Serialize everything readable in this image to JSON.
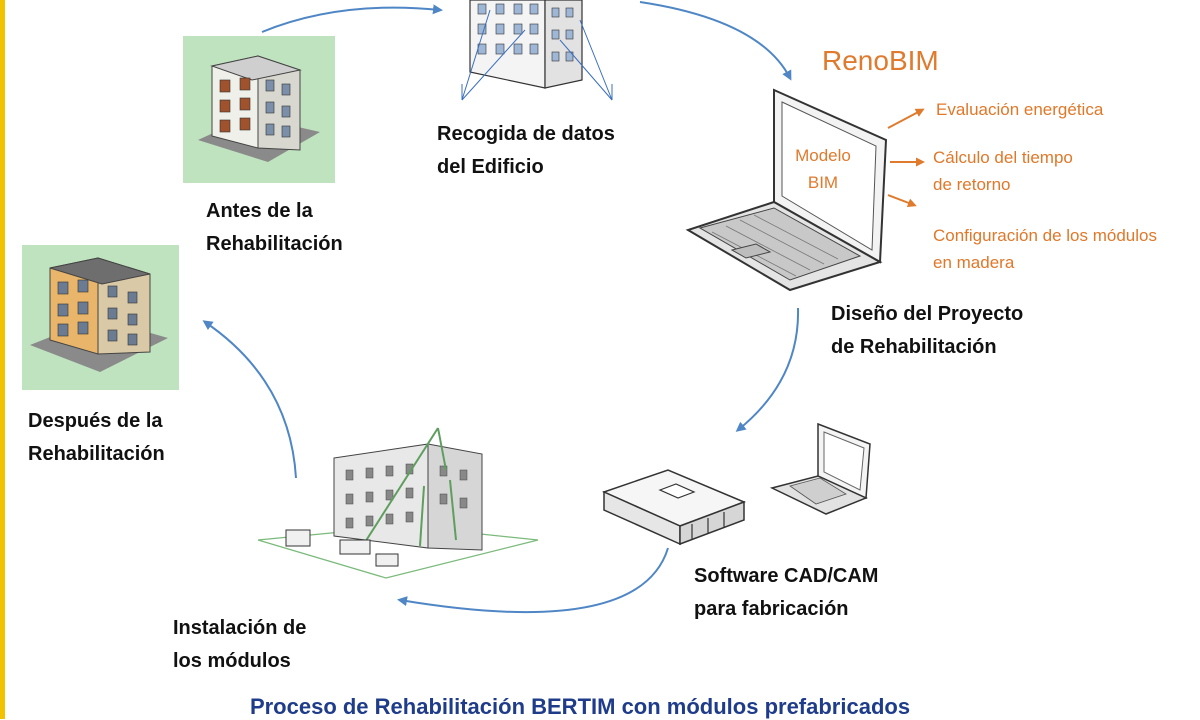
{
  "brand": "RenoBIM",
  "screen": {
    "line1": "Modelo",
    "line2": "BIM"
  },
  "outputs": [
    {
      "line1": "Evaluación energética",
      "line2": ""
    },
    {
      "line1": "Cálculo del tiempo",
      "line2": "de retorno"
    },
    {
      "line1": "Configuración de los módulos",
      "line2": "en madera"
    }
  ],
  "steps": {
    "data_collection": {
      "line1": "Recogida de datos",
      "line2": "del Edificio"
    },
    "before": {
      "line1": "Antes de la",
      "line2": "Rehabilitación"
    },
    "design": {
      "line1": "Diseño del Proyecto",
      "line2": "de Rehabilitación"
    },
    "after": {
      "line1": "Después de la",
      "line2": "Rehabilitación"
    },
    "cadcam": {
      "line1": "Software CAD/CAM",
      "line2": "para fabricación"
    },
    "install": {
      "line1": "Instalación de",
      "line2": "los módulos"
    }
  },
  "caption": "Proceso de Rehabilitación BERTIM con módulos prefabricados",
  "colors": {
    "arrow": "#4f86c6",
    "accent": "#e07a2c",
    "caption": "#1f3c8a",
    "panel": "#bfe3bf",
    "rule": "#f2c200"
  }
}
